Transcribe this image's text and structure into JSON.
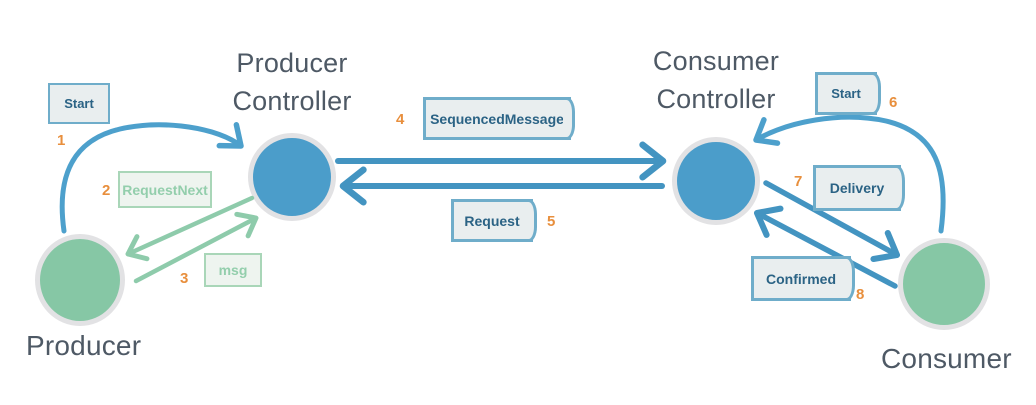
{
  "diagram_type": "message-flow-diagram",
  "nodes": {
    "producer": {
      "label": "Producer",
      "kind": "actor"
    },
    "producer_controller": {
      "line1": "Producer",
      "line2": "Controller",
      "kind": "controller"
    },
    "consumer_controller": {
      "line1": "Consumer",
      "line2": "Controller",
      "kind": "controller"
    },
    "consumer": {
      "label": "Consumer",
      "kind": "actor"
    }
  },
  "messages": {
    "start_producer": {
      "seq": "1",
      "label": "Start",
      "from": "producer",
      "to": "producer_controller",
      "style": "blue"
    },
    "request_next": {
      "seq": "2",
      "label": "RequestNext",
      "from": "producer_controller",
      "to": "producer",
      "style": "green"
    },
    "msg": {
      "seq": "3",
      "label": "msg",
      "from": "producer",
      "to": "producer_controller",
      "style": "green"
    },
    "sequenced_message": {
      "seq": "4",
      "label": "SequencedMessage",
      "from": "producer_controller",
      "to": "consumer_controller",
      "style": "blue"
    },
    "request": {
      "seq": "5",
      "label": "Request",
      "from": "consumer_controller",
      "to": "producer_controller",
      "style": "blue"
    },
    "start_consumer": {
      "seq": "6",
      "label": "Start",
      "from": "consumer",
      "to": "consumer_controller",
      "style": "blue"
    },
    "delivery": {
      "seq": "7",
      "label": "Delivery",
      "from": "consumer_controller",
      "to": "consumer",
      "style": "blue"
    },
    "confirmed": {
      "seq": "8",
      "label": "Confirmed",
      "from": "consumer",
      "to": "consumer_controller",
      "style": "blue"
    }
  },
  "colors": {
    "controller_fill": "#4b9dca",
    "actor_fill": "#86c7a5",
    "ring": "#e2e2e4",
    "blue_arrow": "#4394c1",
    "blue_curve": "#4da0cc",
    "green_arrow": "#8ecbab",
    "blue_box_border": "#6fadca",
    "blue_box_text": "#2b6385",
    "green_box_border": "#a9d6b8",
    "green_box_text": "#93ceac",
    "box_fill": "#e9eeef",
    "number": "#e88f3d",
    "label_text": "#4e5965"
  }
}
